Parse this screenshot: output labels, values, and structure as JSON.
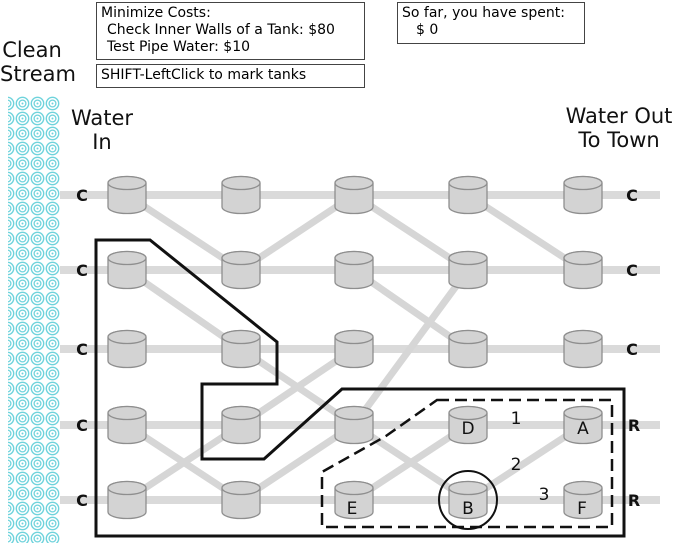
{
  "costs_panel": {
    "title": "Minimize Costs:",
    "check_walls": "Check Inner Walls of a Tank: $80",
    "test_water": "Test Pipe Water: $10"
  },
  "spent_panel": {
    "title": "So far, you have spent:",
    "amount": "$ 0"
  },
  "hint": "SHIFT-LeftClick to mark tanks",
  "labels": {
    "clean_line1": "Clean",
    "clean_line2": "Stream",
    "water_in_line1": "Water",
    "water_in_line2": "In",
    "water_out_line1": "Water Out",
    "water_out_line2": "To Town"
  },
  "inlet_letters": [
    "C",
    "C",
    "C",
    "C",
    "C"
  ],
  "outlet_letters": [
    "C",
    "C",
    "C",
    "R",
    "R"
  ],
  "tank_letters": {
    "D": "D",
    "A": "A",
    "E": "E",
    "B": "B",
    "F": "F"
  },
  "edge_numbers": {
    "one": "1",
    "two": "2",
    "three": "3"
  },
  "colors": {
    "tank_fill": "#d3d3d3",
    "pipe": "#dadada",
    "stream": "#6fd3dc",
    "outline": "#111111"
  }
}
